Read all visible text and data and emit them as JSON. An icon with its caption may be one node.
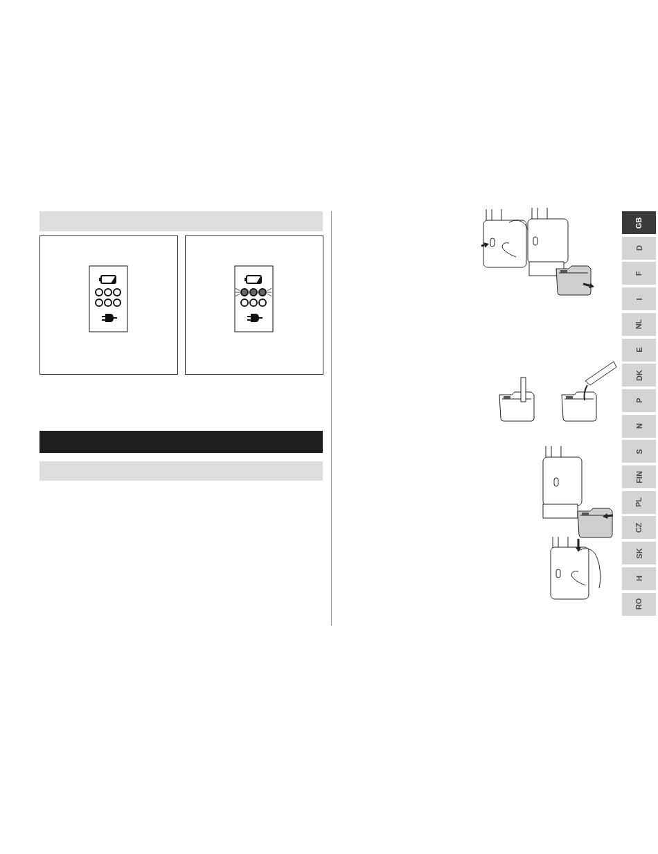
{
  "diagram": {
    "labels": [
      "GB",
      "D",
      "F",
      "I",
      "NL",
      "E",
      "DK",
      "P",
      "N",
      "S",
      "FIN",
      "PL",
      "CZ",
      "SK",
      "H",
      "RO"
    ]
  }
}
